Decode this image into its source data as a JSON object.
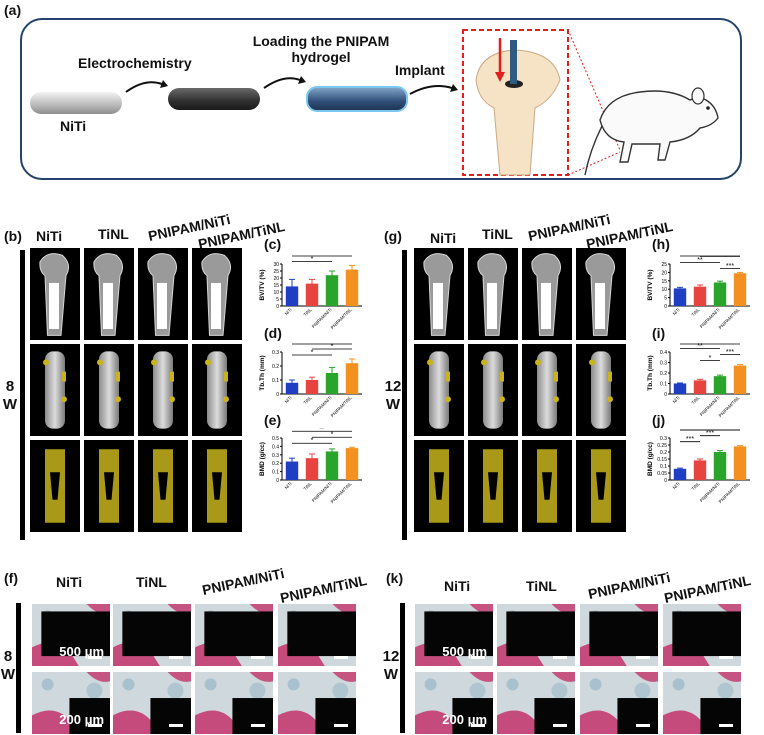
{
  "panels": {
    "a": "(a)",
    "b": "(b)",
    "c": "(c)",
    "d": "(d)",
    "e": "(e)",
    "f": "(f)",
    "g": "(g)",
    "h": "(h)",
    "i": "(i)",
    "j": "(j)",
    "k": "(k)"
  },
  "scheme": {
    "step1": "Electrochemistry",
    "step2_line1": "Loading the PNIPAM",
    "step2_line2": "hydrogel",
    "step3": "Implant",
    "material": "NiTi"
  },
  "groups": [
    "NiTi",
    "TiNL",
    "PNIPAM/NiTi",
    "PNIPAM/TiNL"
  ],
  "timepoints": {
    "w8_num": "8",
    "w8_unit": "W",
    "w12_num": "12",
    "w12_unit": "W"
  },
  "scalebars": {
    "low_mag": "500 μm",
    "high_mag": "200 μm"
  },
  "colors": {
    "NiTi": "#1f3ec4",
    "TiNL": "#e8443f",
    "PNIPAM/NiTi": "#2aa42a",
    "PNIPAM/TiNL": "#f2911f"
  },
  "chart_data": [
    {
      "id": "c",
      "type": "bar",
      "categories": [
        "NiTi",
        "TiNL",
        "PNIPAM/NiTi",
        "PNIPAM/TiNL"
      ],
      "values": [
        14,
        16,
        22,
        26
      ],
      "errors": [
        5,
        3,
        3,
        3
      ],
      "ylabel": "BV/TV (%)",
      "ylim": [
        0,
        30
      ],
      "yticks": [
        0,
        5,
        10,
        15,
        20,
        25,
        30
      ],
      "significance": [
        {
          "from": 0,
          "to": 2,
          "label": "*"
        },
        {
          "from": 0,
          "to": 3,
          "label": "**"
        }
      ]
    },
    {
      "id": "d",
      "type": "bar",
      "categories": [
        "NiTi",
        "TiNL",
        "PNIPAM/NiTi",
        "PNIPAM/TiNL"
      ],
      "values": [
        0.08,
        0.1,
        0.15,
        0.22
      ],
      "errors": [
        0.02,
        0.02,
        0.04,
        0.03
      ],
      "ylabel": "Tb.Th (mm)",
      "ylim": [
        0,
        0.3
      ],
      "yticks": [
        0,
        0.1,
        0.2,
        0.3
      ],
      "significance": [
        {
          "from": 0,
          "to": 2,
          "label": "*"
        },
        {
          "from": 0,
          "to": 3,
          "label": "***"
        },
        {
          "from": 1,
          "to": 3,
          "label": "*"
        }
      ]
    },
    {
      "id": "e",
      "type": "bar",
      "categories": [
        "NiTi",
        "TiNL",
        "PNIPAM/NiTi",
        "PNIPAM/TiNL"
      ],
      "values": [
        0.22,
        0.26,
        0.34,
        0.38
      ],
      "errors": [
        0.04,
        0.05,
        0.03,
        0.01
      ],
      "ylabel": "BMD (g/cc)",
      "ylim": [
        0,
        0.5
      ],
      "yticks": [
        0,
        0.1,
        0.2,
        0.3,
        0.4,
        0.5
      ],
      "significance": [
        {
          "from": 0,
          "to": 2,
          "label": "*"
        },
        {
          "from": 0,
          "to": 3,
          "label": "**"
        },
        {
          "from": 1,
          "to": 3,
          "label": "*"
        }
      ]
    },
    {
      "id": "h",
      "type": "bar",
      "categories": [
        "NiTi",
        "TiNL",
        "PNIPAM/NiTi",
        "PNIPAM/TiNL"
      ],
      "values": [
        10.5,
        11.5,
        14,
        19.5
      ],
      "errors": [
        0.6,
        1,
        0.8,
        0.5
      ],
      "ylabel": "BV/TV (%)",
      "ylim": [
        0,
        25
      ],
      "yticks": [
        0,
        5,
        10,
        15,
        20,
        25
      ],
      "significance": [
        {
          "from": 0,
          "to": 2,
          "label": "**"
        },
        {
          "from": 1,
          "to": 3,
          "label": "*"
        },
        {
          "from": 2,
          "to": 3,
          "label": "***"
        },
        {
          "from": 0,
          "to": 3,
          "label": "****"
        }
      ]
    },
    {
      "id": "i",
      "type": "bar",
      "categories": [
        "NiTi",
        "TiNL",
        "PNIPAM/NiTi",
        "PNIPAM/TiNL"
      ],
      "values": [
        0.1,
        0.13,
        0.17,
        0.27
      ],
      "errors": [
        0.005,
        0.01,
        0.01,
        0.01
      ],
      "ylabel": "Tb.Th (mm)",
      "ylim": [
        0,
        0.4
      ],
      "yticks": [
        0,
        0.1,
        0.2,
        0.3,
        0.4
      ],
      "significance": [
        {
          "from": 0,
          "to": 2,
          "label": "**"
        },
        {
          "from": 1,
          "to": 2,
          "label": "*"
        },
        {
          "from": 2,
          "to": 3,
          "label": "***"
        },
        {
          "from": 0,
          "to": 3,
          "label": "****"
        }
      ]
    },
    {
      "id": "j",
      "type": "bar",
      "categories": [
        "NiTi",
        "TiNL",
        "PNIPAM/NiTi",
        "PNIPAM/TiNL"
      ],
      "values": [
        0.08,
        0.14,
        0.2,
        0.24
      ],
      "errors": [
        0.005,
        0.01,
        0.01,
        0.005
      ],
      "ylabel": "BMD (g/cc)",
      "ylim": [
        0,
        0.3
      ],
      "yticks": [
        0,
        0.05,
        0.1,
        0.15,
        0.2,
        0.25,
        0.3
      ],
      "significance": [
        {
          "from": 0,
          "to": 1,
          "label": "***"
        },
        {
          "from": 0,
          "to": 2,
          "label": "****"
        },
        {
          "from": 0,
          "to": 3,
          "label": "****"
        },
        {
          "from": 1,
          "to": 2,
          "label": "***"
        },
        {
          "from": 2,
          "to": 3,
          "label": "**"
        }
      ]
    }
  ]
}
